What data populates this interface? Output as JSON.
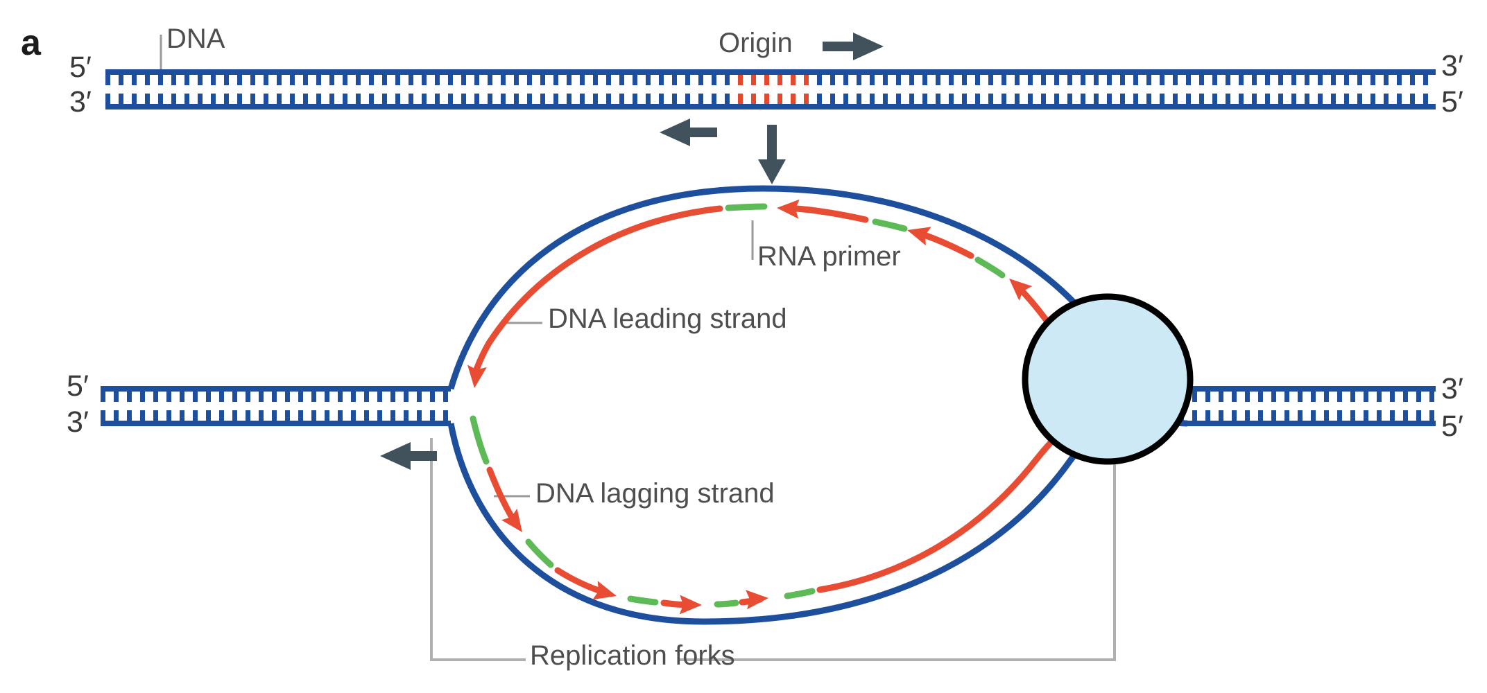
{
  "panel_label": "a",
  "labels": {
    "dna": "DNA",
    "origin": "Origin",
    "rna_primer": "RNA primer",
    "leading_strand": "DNA leading strand",
    "lagging_strand": "DNA lagging strand",
    "replication_forks": "Replication forks"
  },
  "strand_ends": {
    "top_left_5": "5′",
    "top_left_3": "3′",
    "top_right_3": "3′",
    "top_right_5": "5′",
    "mid_left_5": "5′",
    "mid_left_3": "3′",
    "mid_right_3": "3′",
    "mid_right_5": "5′"
  },
  "icons": [
    {
      "name": "origin-direction-right-arrow-icon",
      "glyph": "→"
    },
    {
      "name": "origin-direction-left-arrow-icon",
      "glyph": "←"
    },
    {
      "name": "unwind-down-arrow-icon",
      "glyph": "↓"
    },
    {
      "name": "fork-movement-left-arrow-icon",
      "glyph": "←"
    },
    {
      "name": "replisome-circle",
      "glyph": "●"
    }
  ],
  "colors": {
    "dna_blue": "#1e4f9d",
    "new_strand_red": "#e84c33",
    "origin_rung_red": "#e2492e",
    "rna_primer_green": "#5eba57",
    "direction_arrow_slate": "#41525c",
    "connector_gray": "#b0b0b0",
    "label_text_gray": "#4e4e4e",
    "replisome_fill": "#cde9f6",
    "replisome_stroke": "#000000",
    "background": "#ffffff"
  }
}
